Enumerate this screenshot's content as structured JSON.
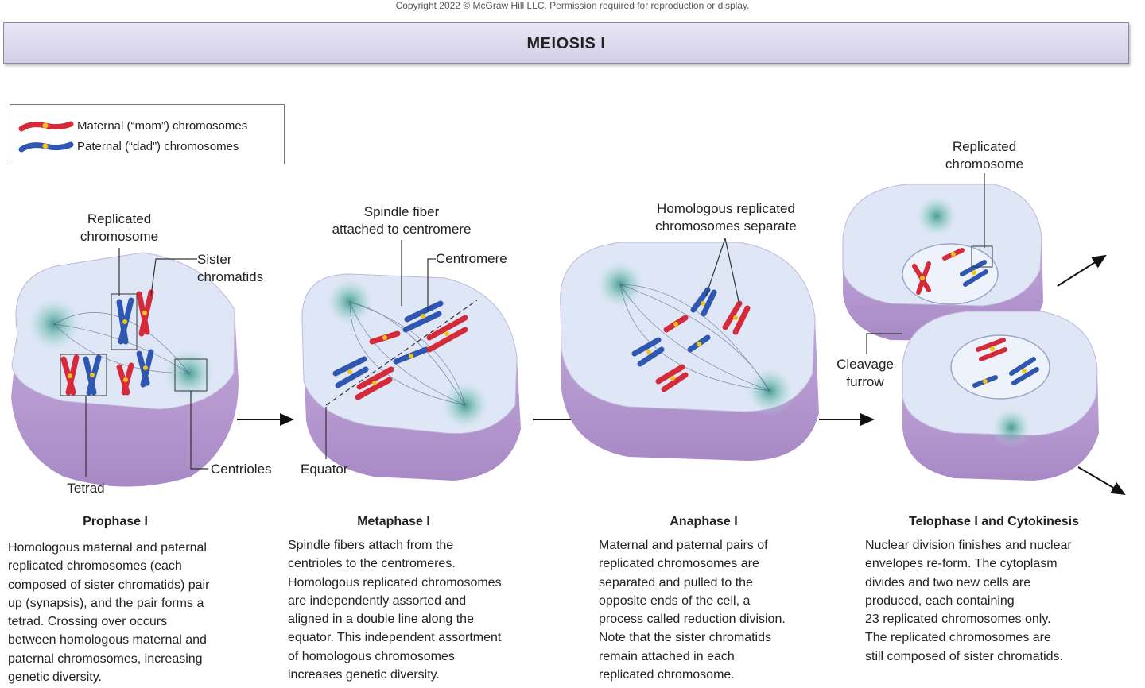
{
  "copyright": "Copyright 2022 © McGraw Hill LLC. Permission required for reproduction or display.",
  "banner_title": "MEIOSIS I",
  "legend": [
    {
      "label": "Maternal (“mom”) chromosomes",
      "color": "#d42a3a"
    },
    {
      "label": "Paternal (“dad”) chromosomes",
      "color": "#2f56b0"
    }
  ],
  "colors": {
    "cell_side": "#b79ad0",
    "cell_top": "#dfe7f6",
    "centriole": "#2f8f7e",
    "centromere": "#f0c21a",
    "maternal": "#d42a3a",
    "paternal": "#2f56b0"
  },
  "labels": {
    "prophase_replicated": [
      "Replicated",
      "chromosome"
    ],
    "sister_chromatids": [
      "Sister",
      "chromatids"
    ],
    "tetrad": "Tetrad",
    "centrioles": "Centrioles",
    "spindle_fiber": [
      "Spindle fiber",
      "attached to centromere"
    ],
    "centromere": "Centromere",
    "equator": "Equator",
    "homologous_separate": [
      "Homologous replicated",
      "chromosomes separate"
    ],
    "telophase_replicated": [
      "Replicated",
      "chromosome"
    ],
    "cleavage_furrow": [
      "Cleavage",
      "furrow"
    ]
  },
  "stages": [
    {
      "title": "Prophase I",
      "lines": [
        "Homologous maternal and paternal",
        "replicated chromosomes (each",
        "composed of sister chromatids) pair",
        "up (synapsis), and the pair forms a",
        "tetrad. Crossing over occurs",
        "between homologous maternal and",
        "paternal chromosomes, increasing",
        "genetic diversity."
      ]
    },
    {
      "title": "Metaphase I",
      "lines": [
        "Spindle fibers attach from the",
        "centrioles to the centromeres.",
        "Homologous replicated chromosomes",
        "are independently assorted and",
        "aligned in a double line along the",
        "equator. This independent assortment",
        "of homologous chromosomes",
        "increases genetic diversity."
      ]
    },
    {
      "title": "Anaphase I",
      "lines": [
        "Maternal and paternal pairs of",
        "replicated chromosomes are",
        "separated and pulled to the",
        "opposite ends of the cell, a",
        "process called reduction division.",
        "Note that the sister chromatids",
        "remain attached in each",
        "replicated chromosome."
      ]
    },
    {
      "title": "Telophase I and Cytokinesis",
      "lines": [
        "Nuclear division finishes and nuclear",
        "envelopes re-form. The cytoplasm",
        "divides and two new cells are",
        "produced, each containing",
        "23 replicated chromosomes only.",
        "The replicated chromosomes are",
        "still composed of sister chromatids."
      ]
    }
  ]
}
